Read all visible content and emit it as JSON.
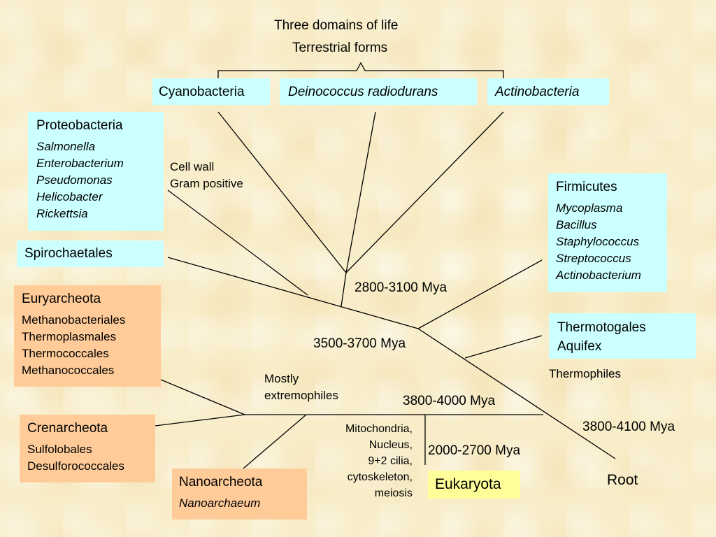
{
  "title": {
    "line1": "Three domains of life",
    "line2": "Terrestrial forms"
  },
  "top_groups": {
    "cyanobacteria": "Cyanobacteria",
    "deinococcus": "Deinococcus radiodurans",
    "actinobacteria": "Actinobacteria"
  },
  "proteobacteria": {
    "title": "Proteobacteria",
    "items": [
      "Salmonella",
      "Enterobacterium",
      "Pseudomonas",
      "Helicobacter",
      "Rickettsia"
    ]
  },
  "spirochaetales": {
    "title": "Spirochaetales"
  },
  "euryarcheota": {
    "title": "Euryarcheota",
    "items": [
      "Methanobacteriales",
      "Thermoplasmales",
      "Thermococcales",
      "Methanococcales"
    ]
  },
  "crenarcheota": {
    "title": "Crenarcheota",
    "items": [
      "Sulfolobales",
      "Desulforococcales"
    ]
  },
  "nanoarcheota": {
    "title": "Nanoarcheota",
    "items": [
      "Nanoarchaeum"
    ]
  },
  "eukaryota": {
    "title": "Eukaryota"
  },
  "firmicutes": {
    "title": "Firmicutes",
    "items": [
      "Mycoplasma",
      "Bacillus",
      "Staphylococcus",
      "Streptococcus",
      "Actinobacterium"
    ]
  },
  "thermotogales": {
    "line1": "Thermotogales",
    "line2": "Aquifex"
  },
  "labels": {
    "cell_wall_1": "Cell wall",
    "cell_wall_2": "Gram positive",
    "mya_2800": "2800-3100 Mya",
    "mya_3500": "3500-3700 Mya",
    "extremophiles_1": "Mostly",
    "extremophiles_2": "extremophiles",
    "thermophiles": "Thermophiles",
    "mya_3800_4000": "3800-4000 Mya",
    "mya_3800_4100": "3800-4100 Mya",
    "mya_2000": "2000-2700 Mya",
    "root": "Root",
    "features": [
      "Mitochondria,",
      "Nucleus,",
      "9+2 cilia,",
      "cytoskeleton,",
      "meiosis"
    ]
  }
}
